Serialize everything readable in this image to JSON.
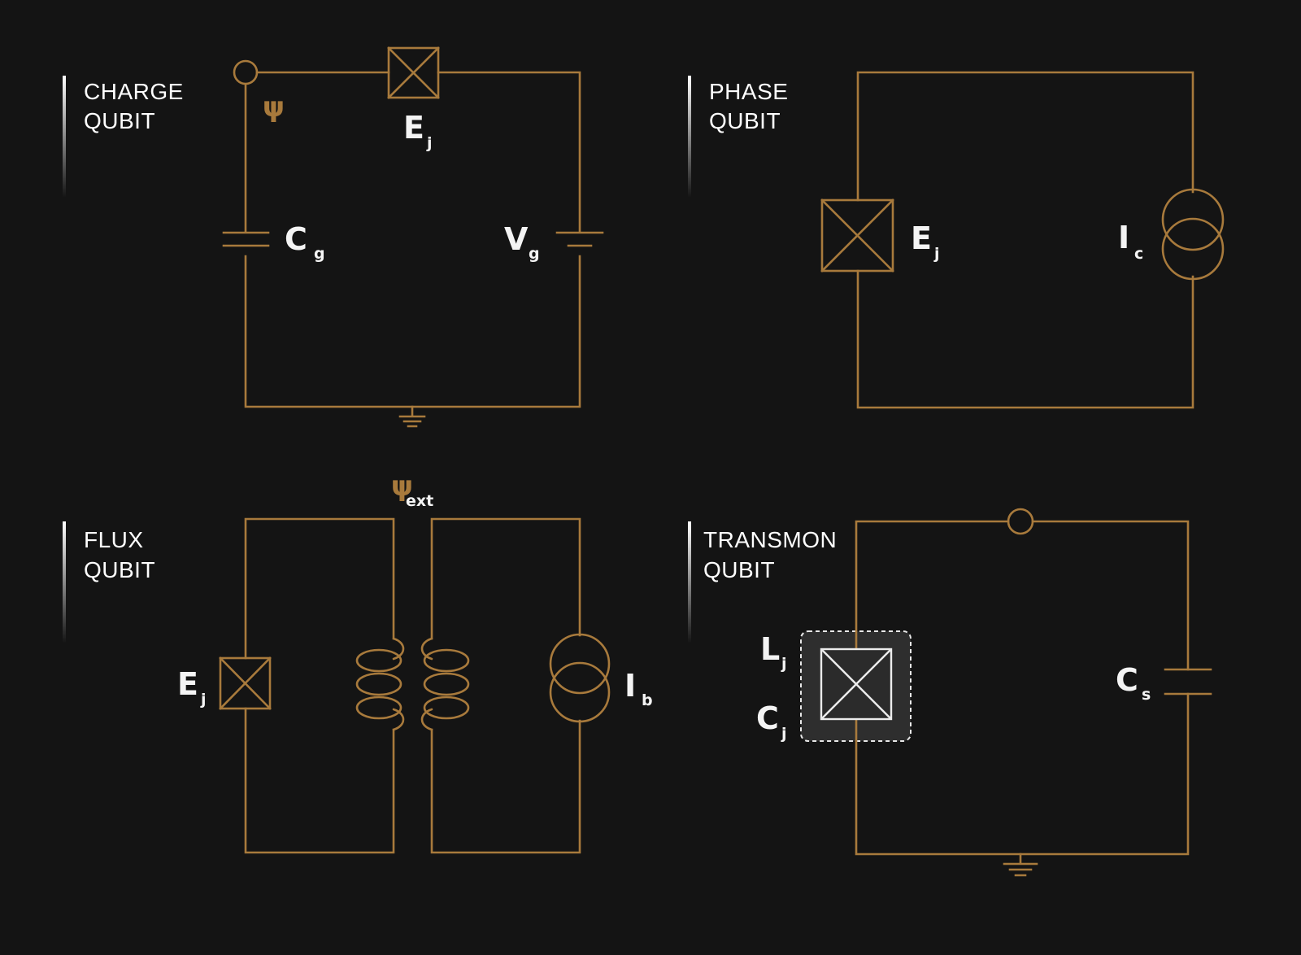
{
  "panels": {
    "charge": {
      "title_line1": "CHARGE",
      "title_line2": "QUBIT",
      "psi": "ψ",
      "ej_main": "E",
      "ej_sub": "j",
      "cg_main": "C",
      "cg_sub": "g",
      "vg_main": "V",
      "vg_sub": "g"
    },
    "phase": {
      "title_line1": "PHASE",
      "title_line2": "QUBIT",
      "ej_main": "E",
      "ej_sub": "j",
      "ic_main": "I",
      "ic_sub": "c"
    },
    "flux": {
      "title_line1": "FLUX",
      "title_line2": "QUBIT",
      "psi_ext_main": "ψ",
      "psi_ext_sub": "ext",
      "ej_main": "E",
      "ej_sub": "j",
      "ib_main": "I",
      "ib_sub": "b"
    },
    "transmon": {
      "title_line1": "TRANSMON",
      "title_line2": "QUBIT",
      "lj_main": "L",
      "lj_sub": "j",
      "cj_main": "C",
      "cj_sub": "j",
      "cs_main": "C",
      "cs_sub": "s"
    }
  },
  "colors": {
    "background": "#141414",
    "wire": "#a87a3c",
    "text": "#ffffff",
    "junction_highlight": "#ececec"
  }
}
